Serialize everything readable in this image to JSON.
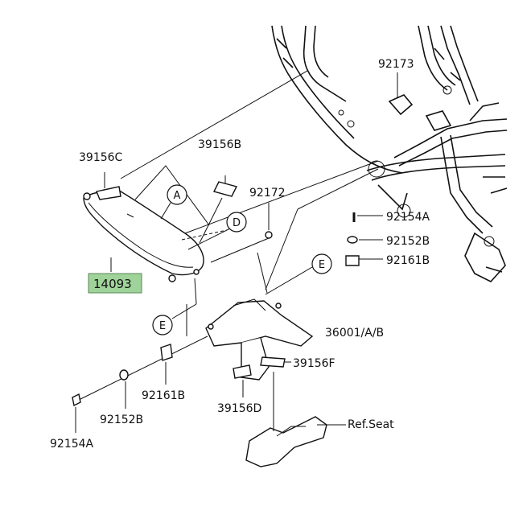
{
  "diagram": {
    "parts": [
      {
        "id": "p39156C",
        "number": "39156C"
      },
      {
        "id": "p39156B",
        "number": "39156B"
      },
      {
        "id": "p92172",
        "number": "92172"
      },
      {
        "id": "p14093",
        "number": "14093",
        "highlight_color": "#9fd39a"
      },
      {
        "id": "p92173",
        "number": "92173"
      },
      {
        "id": "p92154A_r",
        "number": "92154A"
      },
      {
        "id": "p92152B_r",
        "number": "92152B"
      },
      {
        "id": "p92161B_r",
        "number": "92161B"
      },
      {
        "id": "p36001",
        "number": "36001/A/B"
      },
      {
        "id": "p39156F",
        "number": "39156F"
      },
      {
        "id": "p92161B_l",
        "number": "92161B"
      },
      {
        "id": "p92152B_l",
        "number": "92152B"
      },
      {
        "id": "p39156D",
        "number": "39156D"
      },
      {
        "id": "p92154A_l",
        "number": "92154A"
      },
      {
        "id": "pRefSeat",
        "number": "Ref.Seat"
      }
    ],
    "callouts": [
      {
        "id": "cA",
        "letter": "A"
      },
      {
        "id": "cD",
        "letter": "D"
      },
      {
        "id": "cE1",
        "letter": "E"
      },
      {
        "id": "cE2",
        "letter": "E"
      }
    ]
  }
}
